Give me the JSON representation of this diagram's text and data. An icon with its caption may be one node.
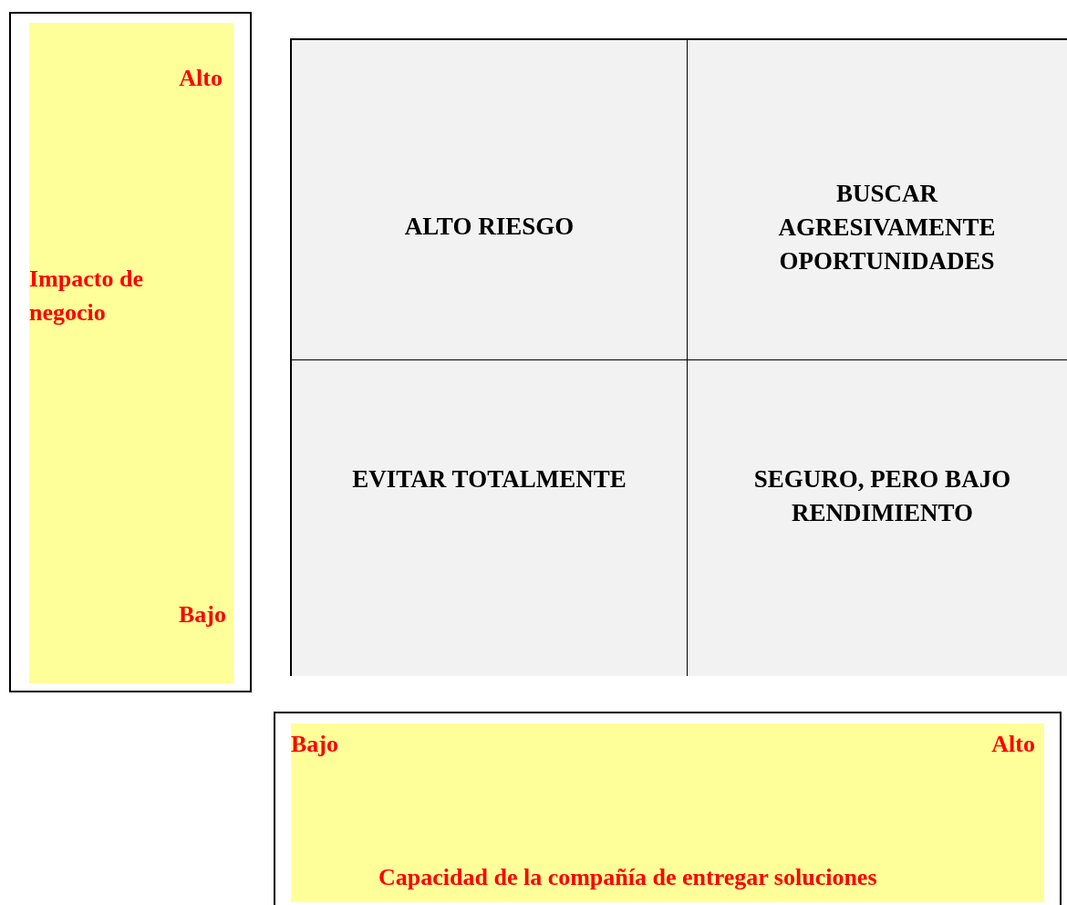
{
  "diagram": {
    "nodes": [
      {
        "text": [],
        "shape": "box"
      },
      {
        "text": [
          "Alto",
          "Impacto de negocio",
          "Bajo"
        ],
        "in": 0
      },
      {
        "text": [],
        "shape": "box"
      },
      {
        "text": [
          "ALTO RIESGO"
        ],
        "in": 2
      },
      {
        "text": [
          "BUSCAR AGRESIVAMENTE OPORTUNIDADES"
        ],
        "in": 2
      },
      {
        "text": [
          "EVITAR TOTALMENTE"
        ],
        "in": 2
      },
      {
        "text": [
          "SEGURO, PERO BAJO RENDIMIENTO"
        ],
        "in": 2
      },
      {
        "text": [],
        "shape": "box"
      },
      {
        "text": [
          "Bajo",
          "Alto",
          "Capacidad de la compañía de entregar soluciones"
        ],
        "in": 7
      }
    ]
  }
}
